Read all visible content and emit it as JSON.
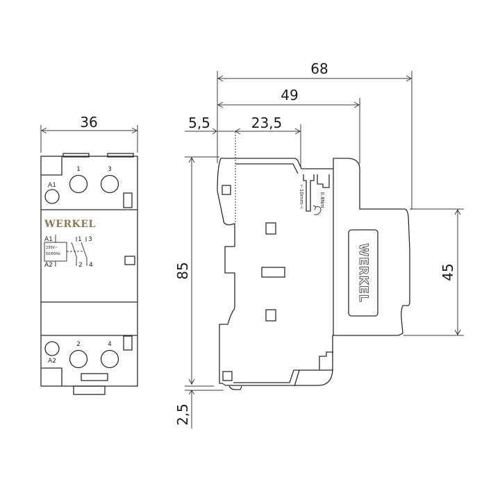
{
  "colors": {
    "line": "#2a2a2a",
    "brand_front": "#8b7a55",
    "background": "#ffffff"
  },
  "front_view": {
    "width_dimension": "36",
    "brand": "WERKEL",
    "terminals_top": [
      "1",
      "3"
    ],
    "terminals_bottom": [
      "2",
      "4"
    ],
    "coil_top_label": "A1",
    "coil_bottom_label": "A2",
    "schematic": {
      "coil_top": "A1",
      "coil_bottom": "A2",
      "coil_rating_line1": "230V~",
      "coil_rating_line2": "50/60Hz",
      "contact_1": "1",
      "contact_3": "3",
      "contact_2": "2",
      "contact_4": "4"
    }
  },
  "side_view": {
    "dim_total_depth": "68",
    "dim_body_depth": "49",
    "dim_rail_offset": "5,5",
    "dim_terminal_depth": "23,5",
    "dim_height": "85",
    "dim_foot": "2,5",
    "dim_front_height": "45",
    "strip_length": "⊢10mm⊣",
    "torque": "0.8Nm",
    "brand": "WERKEL"
  }
}
